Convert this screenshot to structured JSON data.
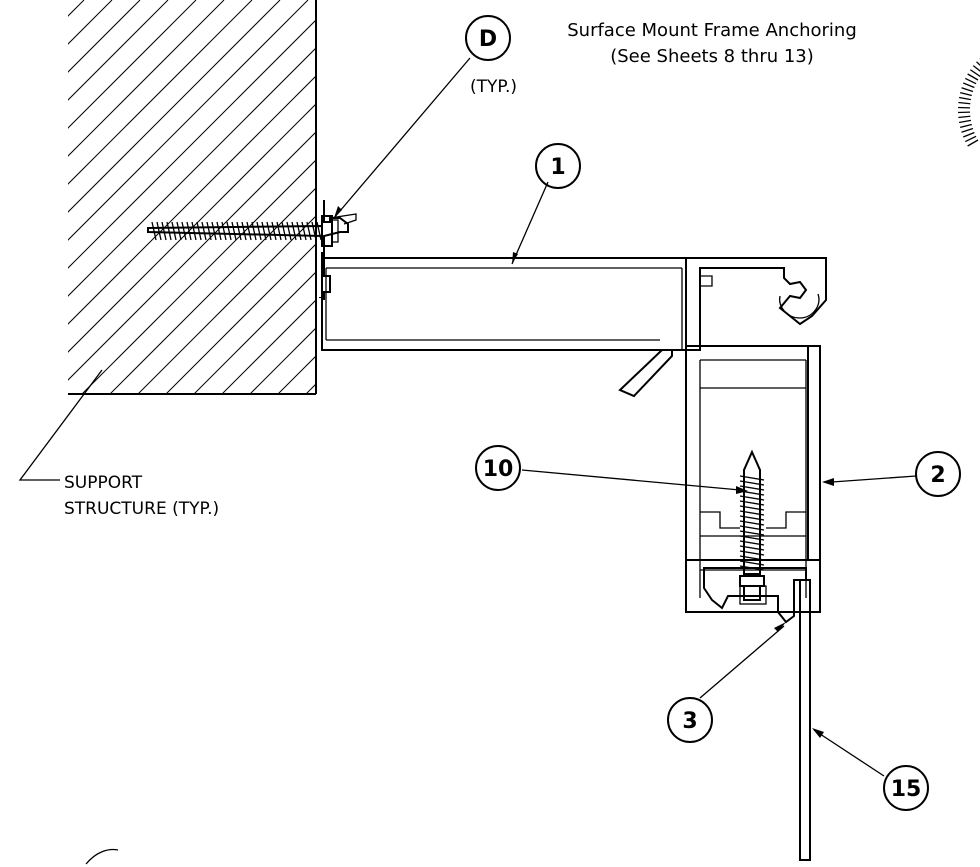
{
  "note": {
    "line1": "Surface Mount Frame Anchoring",
    "line2": "(See Sheets 8 thru 13)"
  },
  "callouts": {
    "d": "D",
    "d_typ": "(TYP.)",
    "c1": "1",
    "c2": "2",
    "c3": "3",
    "c10": "10",
    "c15": "15"
  },
  "support": {
    "line1": "SUPPORT",
    "line2": "STRUCTURE (TYP.)"
  }
}
